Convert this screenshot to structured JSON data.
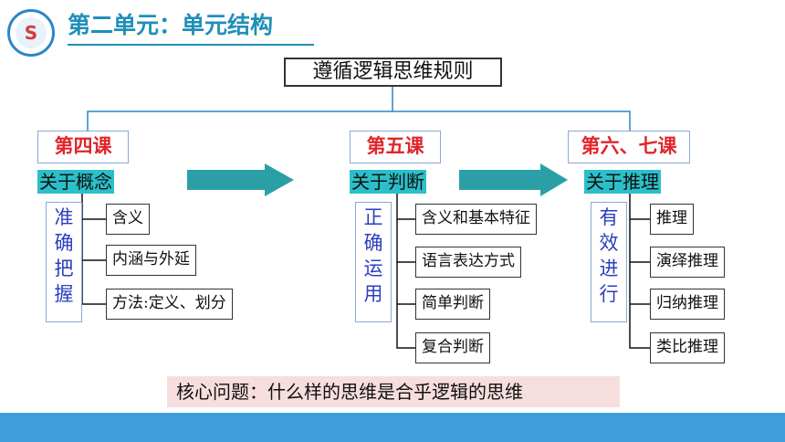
{
  "header": {
    "title": "第二单元：单元结构"
  },
  "diagram": {
    "root": "遵循逻辑思维规则",
    "columns": [
      {
        "lesson": "第四课",
        "topic": "关于概念",
        "side": "准确把握",
        "items": [
          "含义",
          "内涵与外延",
          "方法:定义、划分"
        ]
      },
      {
        "lesson": "第五课",
        "topic": "关于判断",
        "side": "正确运用",
        "items": [
          "含义和基本特征",
          "语言表达方式",
          "简单判断",
          "复合判断"
        ]
      },
      {
        "lesson": "第六、七课",
        "topic": "关于推理",
        "side": "有效进行",
        "items": [
          "推理",
          "演绎推理",
          "归纳推理",
          "类比推理"
        ]
      }
    ],
    "core_question": "核心问题：什么样的思维是合乎逻辑的思维"
  },
  "colors": {
    "title": "#1f8fb7",
    "arrow": "#2aa0a6",
    "lesson_text": "#e0262b",
    "topic_bg": "#2bbfc9",
    "side_text": "#2a3fbf",
    "note_bg": "#f7dede",
    "footer": "#3f9ddb"
  }
}
